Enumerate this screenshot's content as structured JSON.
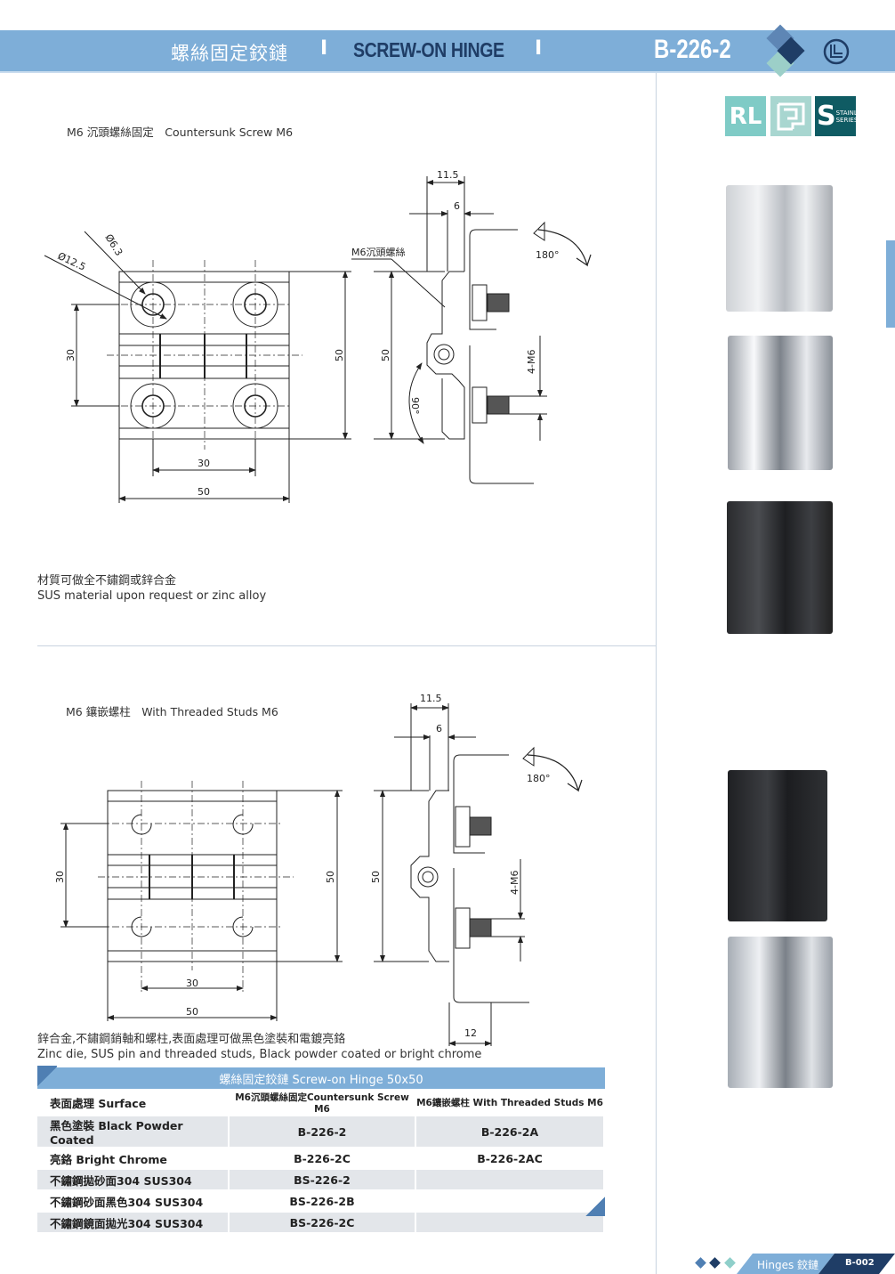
{
  "header": {
    "title_zh": "螺絲固定鉸鏈",
    "separator": "I",
    "title_en": "SCREW-ON HINGE",
    "code": "B-226-2"
  },
  "badges": {
    "rl": "RL",
    "stainless": "STAINLESS SERIES"
  },
  "section1": {
    "title": "M6 沉頭螺絲固定　Countersunk Screw M6",
    "note_zh": "材質可做全不鏽鋼或鋅合金",
    "note_en": "SUS material upon request or zinc alloy",
    "dims": {
      "d125": "Ø12.5",
      "d63": "Ø6.3",
      "v30": "30",
      "v50": "50",
      "h30": "30",
      "h50": "50",
      "s115": "11.5",
      "s6": "6",
      "s50": "50",
      "m6": "4-M6",
      "screw": "M6沉頭螺絲",
      "angle90": "90°",
      "angle180": "180°"
    }
  },
  "section2": {
    "title": "M6 鑲嵌螺柱　With Threaded Studs M6",
    "note_zh": "鋅合金,不鏽鋼銷軸和螺柱,表面處理可做黑色塗裝和電鍍亮鉻",
    "note_en": "Zinc die, SUS pin and threaded studs, Black powder coated or bright chrome",
    "dims": {
      "v30": "30",
      "v50": "50",
      "h30": "30",
      "h50": "50",
      "s115": "11.5",
      "s6": "6",
      "s50": "50",
      "m6": "4-M6",
      "s12": "12",
      "angle180": "180°"
    }
  },
  "table": {
    "title": "螺絲固定鉸鏈 Screw-on Hinge 50x50",
    "headers": [
      "表面處理 Surface",
      "M6沉頭螺絲固定Countersunk Screw M6",
      "M6鑲嵌螺柱 With Threaded Studs M6"
    ],
    "rows": [
      [
        "黑色塗裝 Black Powder Coated",
        "B-226-2",
        "B-226-2A"
      ],
      [
        "亮鉻 Bright Chrome",
        "B-226-2C",
        "B-226-2AC"
      ],
      [
        "不鏽鋼拋砂面304 SUS304",
        "BS-226-2",
        ""
      ],
      [
        "不鏽鋼砂面黑色304 SUS304",
        "BS-226-2B",
        ""
      ],
      [
        "不鏽鋼鏡面拋光304 SUS304",
        "BS-226-2C",
        ""
      ]
    ]
  },
  "footer": {
    "category": "Hinges 鉸鏈",
    "page": "B-002"
  },
  "colors": {
    "header": "#7eaed8",
    "navy": "#1f3d66",
    "teal": "#8fcfca"
  }
}
